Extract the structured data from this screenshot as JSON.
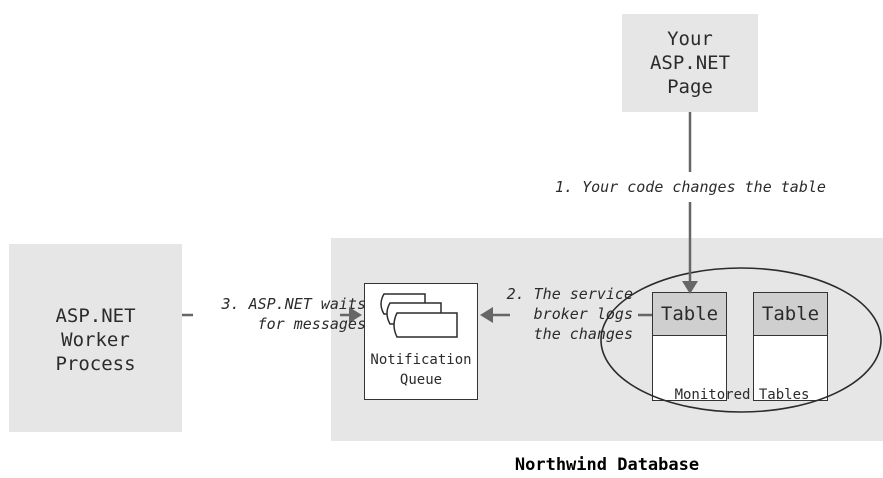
{
  "page_box": {
    "lines": [
      "Your",
      "ASP.NET",
      "Page"
    ]
  },
  "worker_box": {
    "lines": [
      "ASP.NET",
      "Worker",
      "Process"
    ]
  },
  "steps": {
    "step1": "1. Your code changes the table",
    "step2": [
      "2. The service",
      "broker logs",
      "the changes"
    ],
    "step3": [
      "3. ASP.NET waits",
      "for messages"
    ]
  },
  "queue": {
    "lines": [
      "Notification",
      "Queue"
    ]
  },
  "tables": [
    {
      "label": "Table"
    },
    {
      "label": "Table"
    }
  ],
  "monitored_label": "Monitored Tables",
  "database_label": "Northwind Database",
  "colors": {
    "box_fill": "#e6e6e6",
    "table_header": "#cfcfcf",
    "line": "#555555"
  }
}
